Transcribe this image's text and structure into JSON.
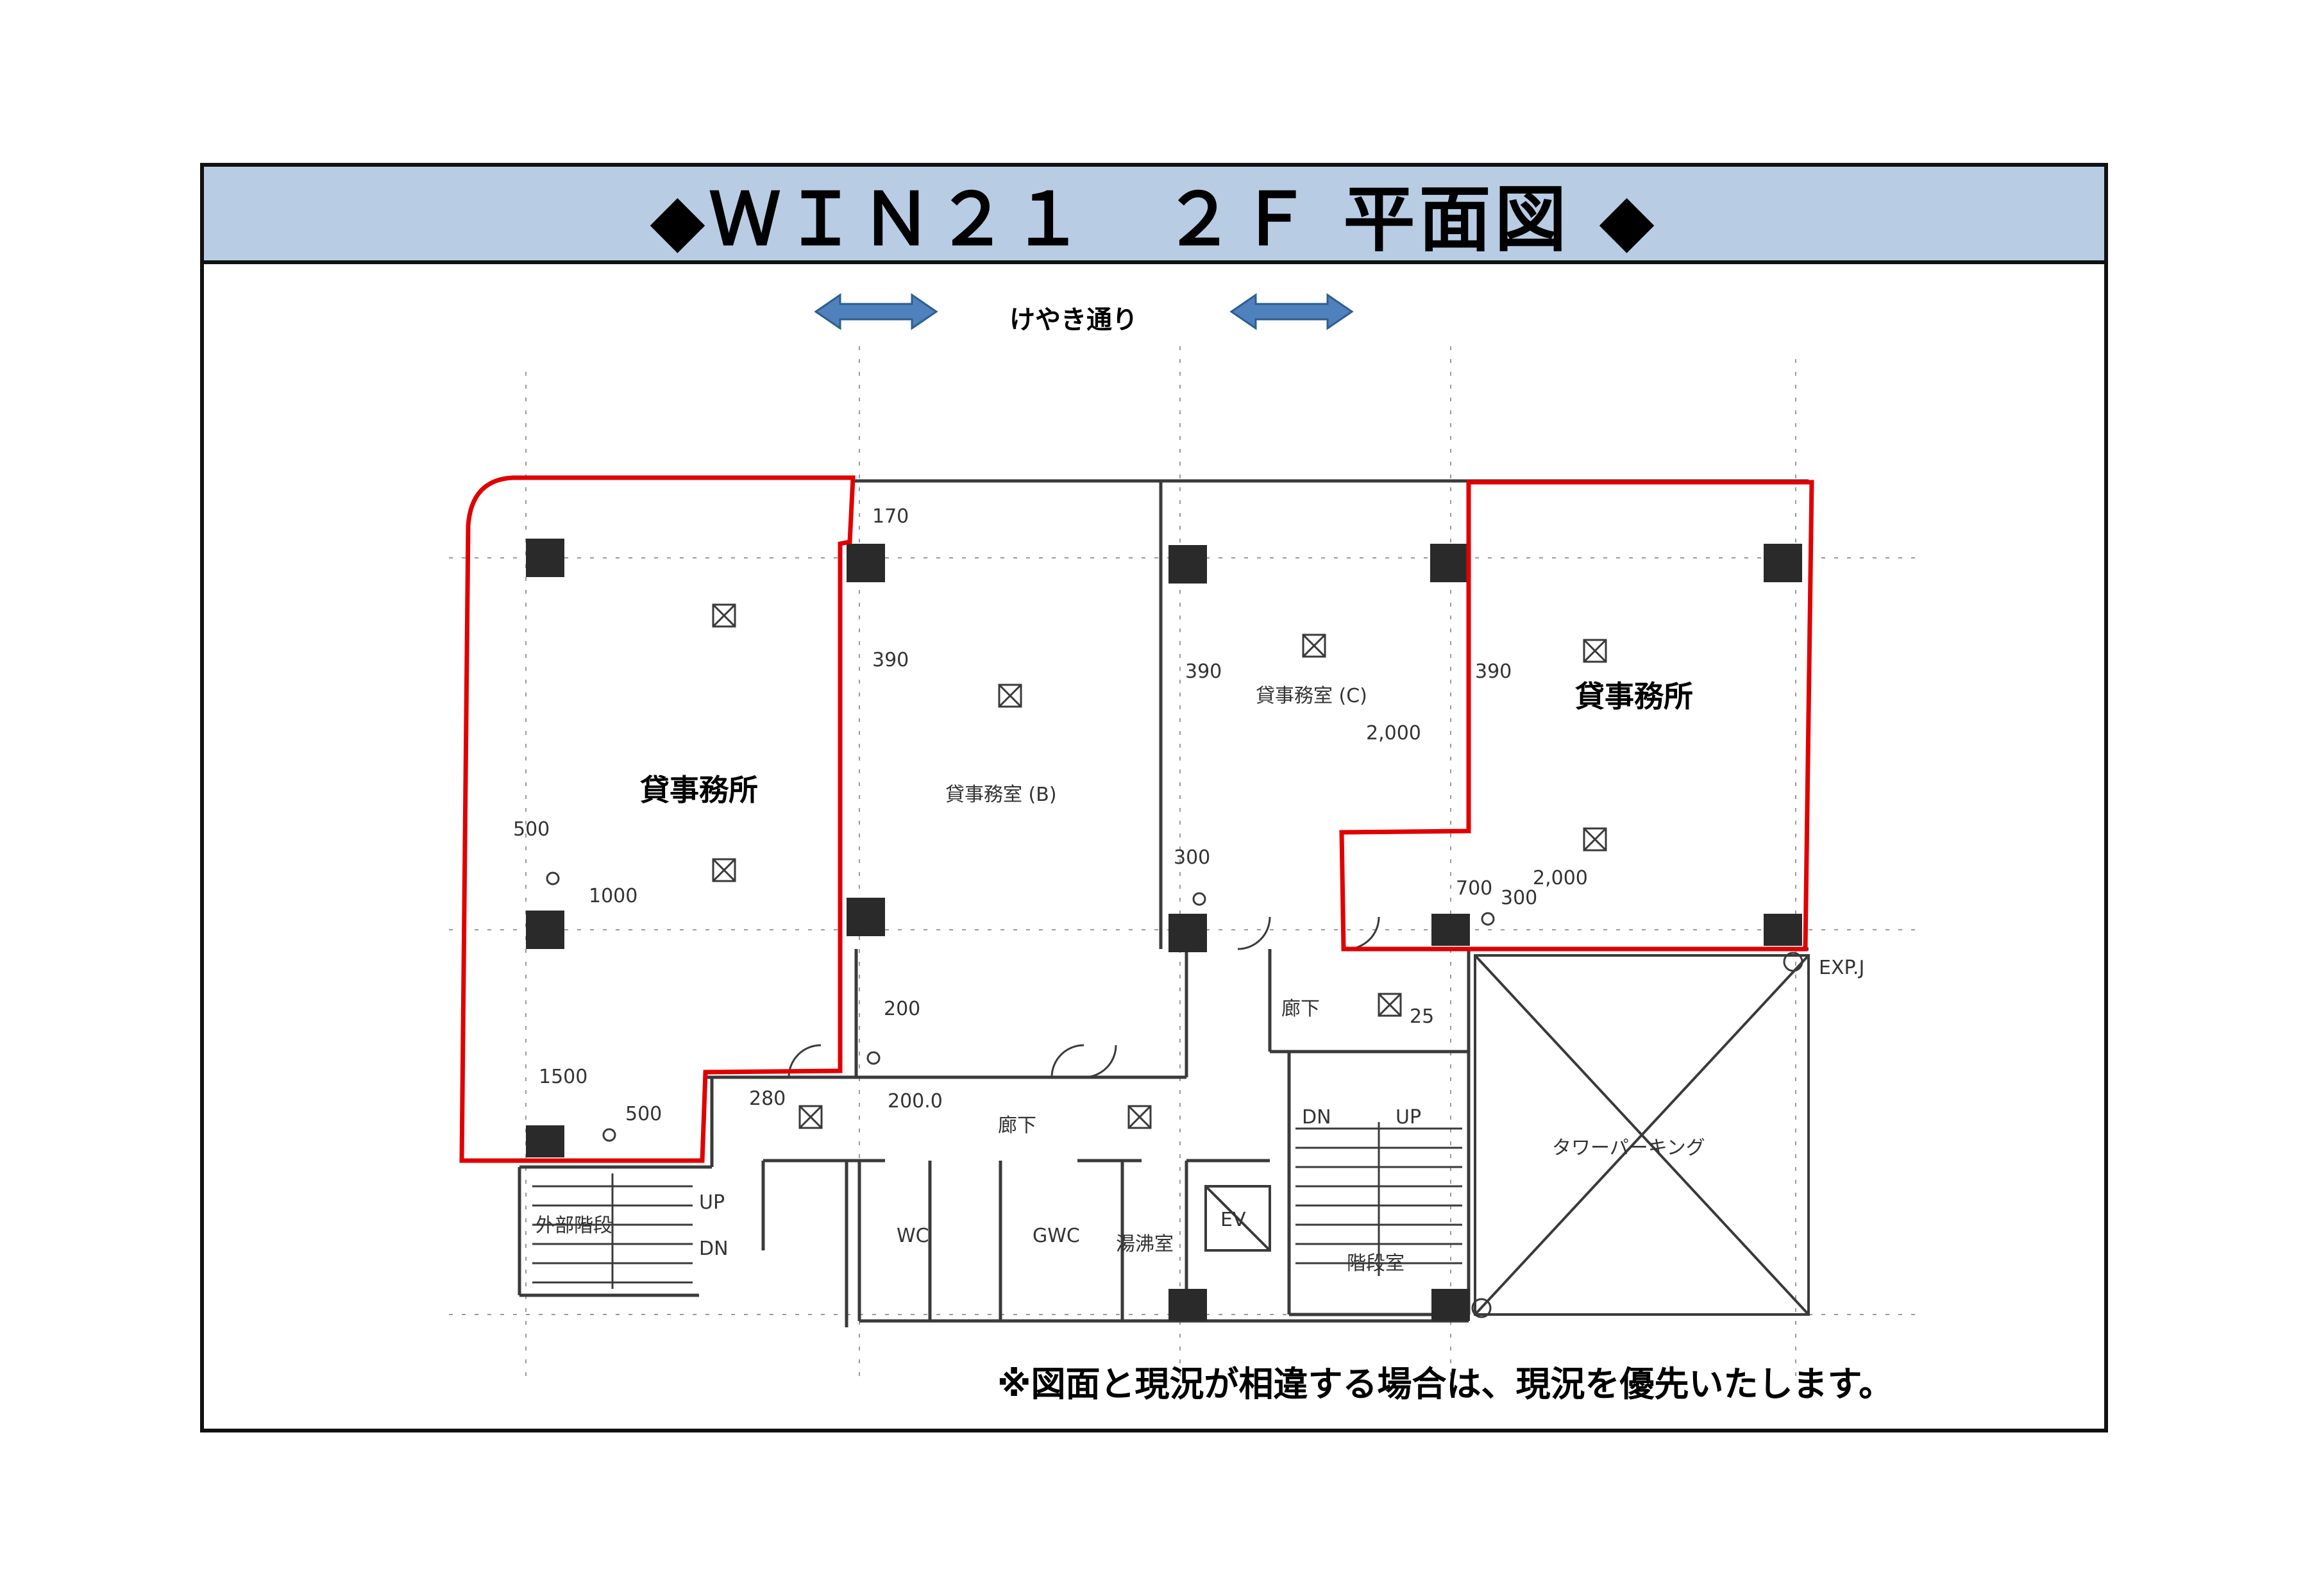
{
  "header": {
    "title": "◆ＷＩＮ２１　２Ｆ 平面図 ◆"
  },
  "street": {
    "label": "けやき通り"
  },
  "tenants": {
    "left": "貸事務所",
    "right": "貸事務所"
  },
  "rooms": {
    "room_b": "貸事務室 (B)",
    "room_c": "貸事務室 (C)",
    "corridor_1": "廊下",
    "corridor_2": "廊下",
    "wc": "WC",
    "gwc": "GWC",
    "kitchen": "湯沸室",
    "ev": "EV",
    "stair_room": "階段室",
    "outer_stair": "外部階段",
    "tower_parking": "タワーパーキング"
  },
  "stair_labels": {
    "up": "UP",
    "dn": "DN",
    "outer_up": "UP",
    "outer_dn": "DN"
  },
  "dimensions": {
    "d170": "170",
    "d390a": "390",
    "d390b": "390",
    "d390c": "390",
    "d2000a": "2,000",
    "d2000b": "2,000",
    "d700": "700",
    "d300": "300",
    "d500a": "500",
    "d1000": "1000",
    "d1500": "1500",
    "d500b": "500",
    "d200": "200",
    "d280": "280",
    "d2000c": "200.0",
    "d300b": "300",
    "d25": "25",
    "exp": "EXP.J"
  },
  "footer": {
    "note": "※図面と現況が相違する場合は、現況を優先いたします。"
  },
  "colors": {
    "header_bg": "#b8cce4",
    "highlight": "#e00000",
    "arrow": "#4f81bd",
    "line": "#3a3a3a"
  }
}
